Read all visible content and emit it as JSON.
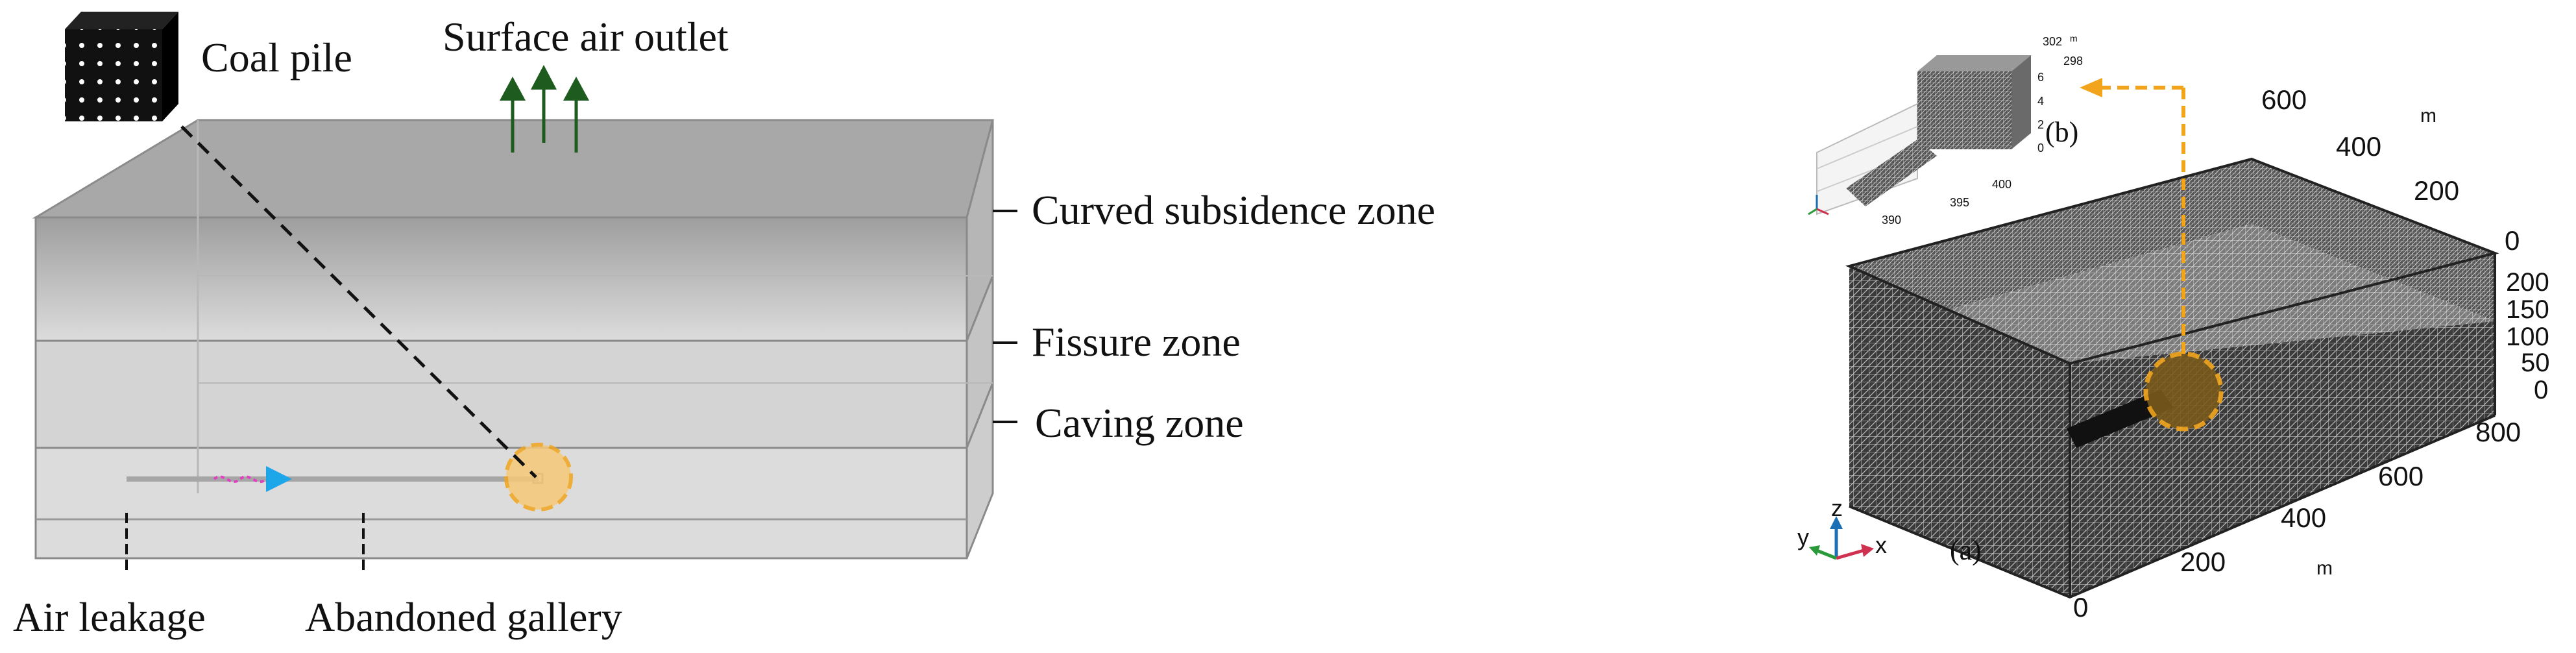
{
  "left_diagram": {
    "labels": {
      "coal_pile": "Coal pile",
      "surface_air_outlet": "Surface air outlet",
      "curved_subsidence_zone": "Curved subsidence zone",
      "fissure_zone": "Fissure zone",
      "caving_zone": "Caving zone",
      "air_leakage": "Air leakage",
      "abandoned_gallery": "Abandoned gallery"
    },
    "colors": {
      "arrow_green": "#1e5b1e",
      "highlight_orange": "#f2a51c",
      "flow_blue": "#1ea7e8",
      "flow_pink": "#e040c0"
    }
  },
  "right_diagram": {
    "panel_a_label": "(a)",
    "panel_b_label": "(b)",
    "axis_unit": "m",
    "back_axis_ticks": [
      "600",
      "400",
      "200",
      "0"
    ],
    "vertical_axis_ticks": [
      "200",
      "150",
      "100",
      "50",
      "0"
    ],
    "front_axis_ticks": [
      "800",
      "600",
      "400",
      "200",
      "0"
    ],
    "triad": {
      "x": "x",
      "y": "y",
      "z": "z"
    },
    "inset": {
      "unit": "m",
      "top_ticks": [
        "302",
        "298"
      ],
      "z_ticks": [
        "6",
        "4",
        "2",
        "0"
      ],
      "bottom_ticks": [
        "390",
        "395",
        "400"
      ]
    },
    "colors": {
      "mesh_dark": "#2a2a2a",
      "highlight_orange": "#f2a51c"
    }
  }
}
